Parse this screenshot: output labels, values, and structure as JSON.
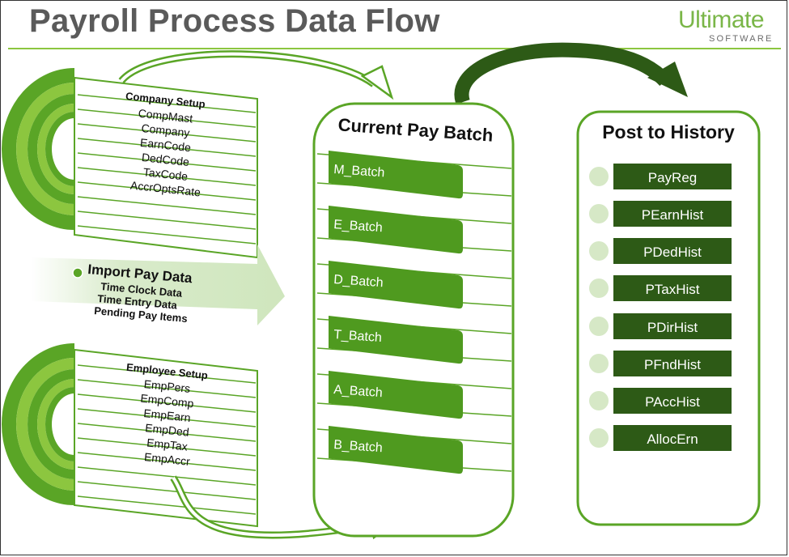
{
  "header": {
    "title": "Payroll Process Data Flow",
    "logo_main": "Ultimate",
    "logo_sub": "SOFTWARE"
  },
  "colors": {
    "accent": "#8cc63f",
    "green_dark": "#4f9a1f",
    "green_deep": "#2d5a16",
    "light_green": "#d6e8c6"
  },
  "company_setup": {
    "heading": "Company Setup",
    "items": [
      "CompMast",
      "Company",
      "EarnCode",
      "DedCode",
      "TaxCode",
      "AccrOptsRate"
    ]
  },
  "employee_setup": {
    "heading": "Employee Setup",
    "items": [
      "EmpPers",
      "EmpComp",
      "EmpEarn",
      "EmpDed",
      "EmpTax",
      "EmpAccr"
    ]
  },
  "import": {
    "heading": "Import Pay Data",
    "items": [
      "Time Clock Data",
      "Time Entry Data",
      "Pending Pay Items"
    ]
  },
  "current_batch": {
    "title": "Current Pay Batch",
    "items": [
      "M_Batch",
      "E_Batch",
      "D_Batch",
      "T_Batch",
      "A_Batch",
      "B_Batch"
    ]
  },
  "post_history": {
    "title": "Post to History",
    "items": [
      "PayReg",
      "PEarnHist",
      "PDedHist",
      "PTaxHist",
      "PDirHist",
      "PFndHist",
      "PAccHist",
      "AllocErn"
    ]
  }
}
